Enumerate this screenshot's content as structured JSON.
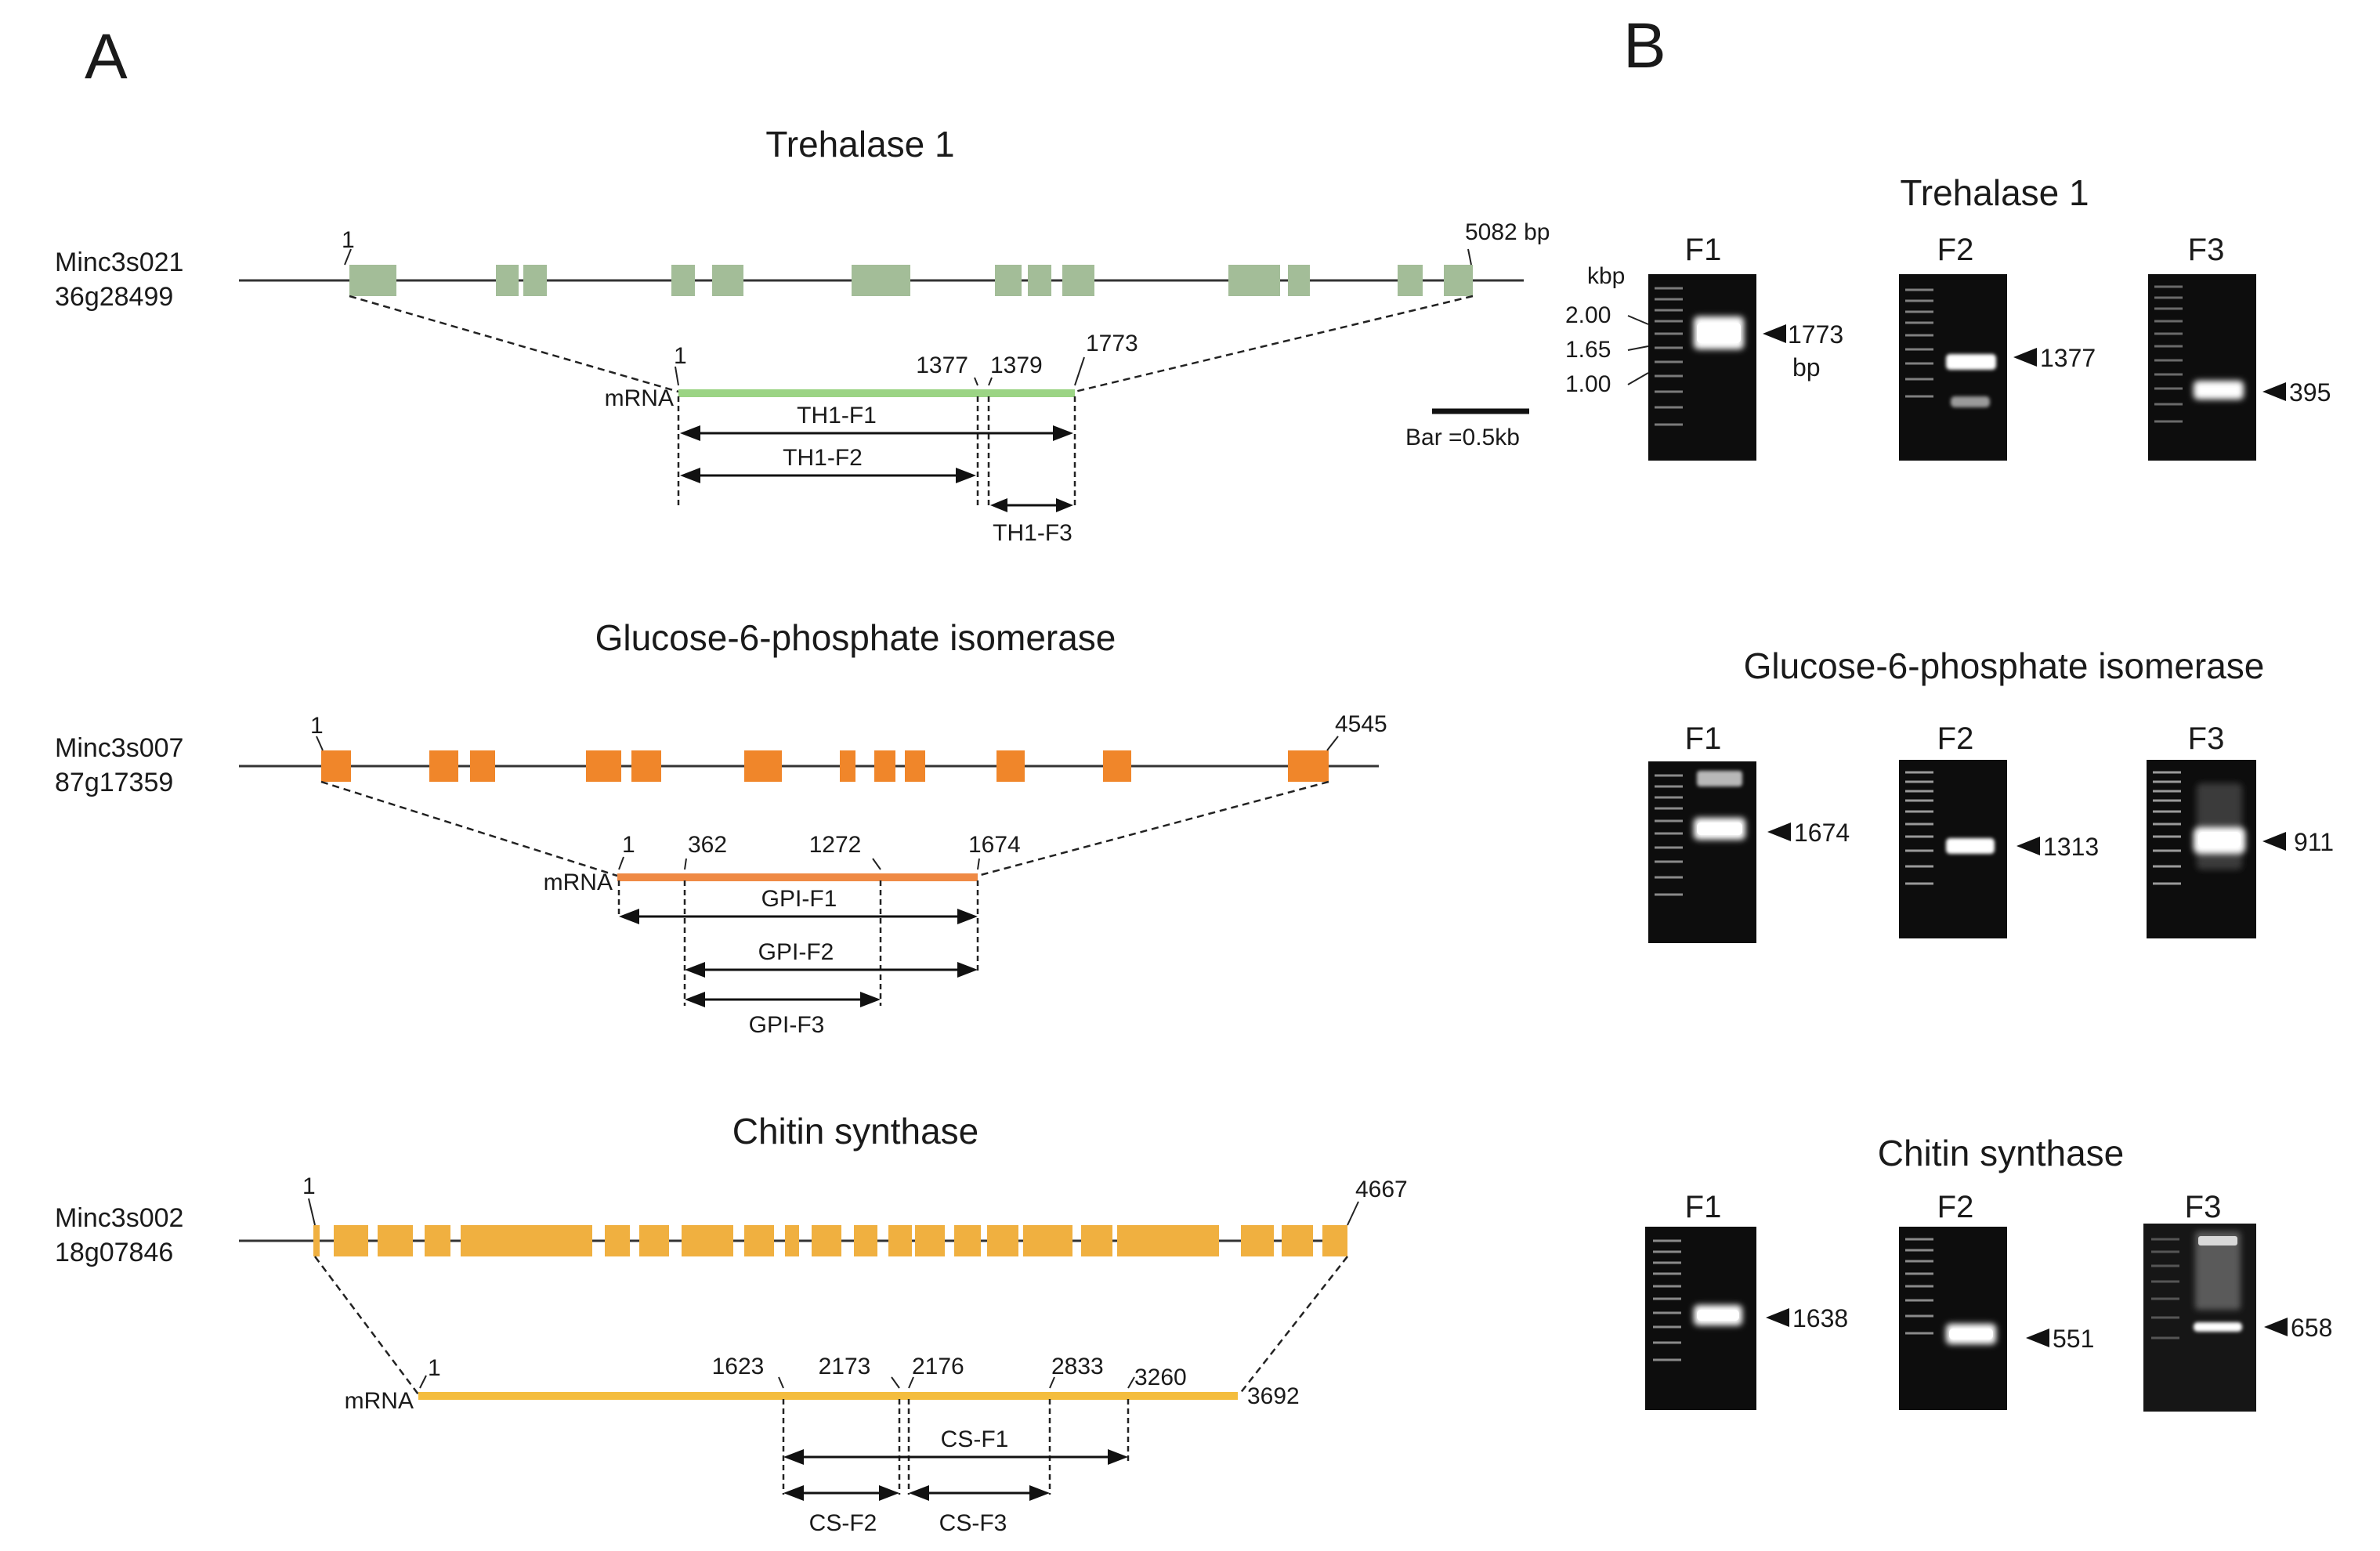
{
  "panels": {
    "a_letter": "A",
    "b_letter": "B"
  },
  "colors": {
    "trehalase": "#a3bd98",
    "trehalase_mrna": "#9bd484",
    "gpi": "#f0862a",
    "gpi_mrna": "#ef8a45",
    "chitin": "#f0b040",
    "chitin_mrna": "#f4bd3e"
  },
  "panel_a": {
    "genes": [
      {
        "title": "Trehalase 1",
        "id_line1": "Minc3s021",
        "id_line2": "36g28499",
        "start": "1",
        "end": "5082 bp",
        "mrna_label": "mRNA",
        "mrna_positions": [
          "1",
          "1377",
          "1379",
          "1773"
        ],
        "fragments": [
          "TH1-F1",
          "TH1-F2",
          "TH1-F3"
        ]
      },
      {
        "title": "Glucose-6-phosphate isomerase",
        "id_line1": "Minc3s007",
        "id_line2": "87g17359",
        "start": "1",
        "end": "4545",
        "mrna_label": "mRNA",
        "mrna_positions": [
          "1",
          "362",
          "1272",
          "1674"
        ],
        "fragments": [
          "GPI-F1",
          "GPI-F2",
          "GPI-F3"
        ]
      },
      {
        "title": "Chitin synthase",
        "id_line1": "Minc3s002",
        "id_line2": "18g07846",
        "start": "1",
        "end": "4667",
        "mrna_label": "mRNA",
        "mrna_positions": [
          "1",
          "1623",
          "2173",
          "2176",
          "2833",
          "3260",
          "3692"
        ],
        "fragments": [
          "CS-F1",
          "CS-F2",
          "CS-F3"
        ]
      }
    ],
    "scale_bar": "Bar =0.5kb"
  },
  "panel_b": {
    "ladder": {
      "unit": "kbp",
      "marks": [
        "2.00",
        "1.65",
        "1.00"
      ]
    },
    "genes": [
      {
        "title": "Trehalase 1",
        "lanes": [
          {
            "label": "F1",
            "size": "1773",
            "unit": "bp"
          },
          {
            "label": "F2",
            "size": "1377"
          },
          {
            "label": "F3",
            "size": "395"
          }
        ]
      },
      {
        "title": "Glucose-6-phosphate isomerase",
        "lanes": [
          {
            "label": "F1",
            "size": "1674"
          },
          {
            "label": "F2",
            "size": "1313"
          },
          {
            "label": "F3",
            "size": "911"
          }
        ]
      },
      {
        "title": "Chitin synthase",
        "lanes": [
          {
            "label": "F1",
            "size": "1638"
          },
          {
            "label": "F2",
            "size": "551"
          },
          {
            "label": "F3",
            "size": "658"
          }
        ]
      }
    ]
  }
}
